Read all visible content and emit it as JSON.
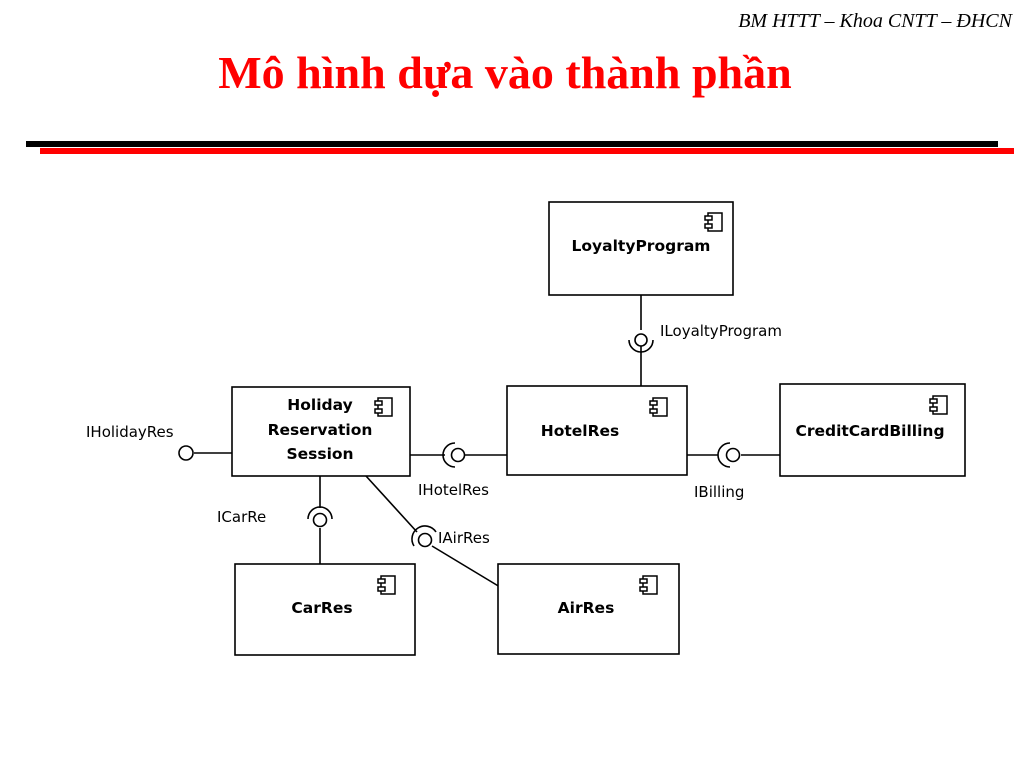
{
  "header": {
    "org": "BM HTTT – Khoa CNTT – ĐHCN"
  },
  "slide": {
    "title": "Mô hình dựa vào thành phần"
  },
  "colors": {
    "title": "#ff0000",
    "rule_top": "#000000",
    "rule_bottom": "#ff0000"
  },
  "diagram": {
    "components": {
      "loyalty_program": "LoyaltyProgram",
      "holiday_line1": "Holiday",
      "holiday_line2": "Reservation",
      "holiday_line3": "Session",
      "hotel_res": "HotelRes",
      "credit_card_billing": "CreditCardBilling",
      "car_res": "CarRes",
      "air_res": "AirRes"
    },
    "interfaces": {
      "iloyalty_program": "ILoyaltyProgram",
      "iholiday_res": "IHolidayRes",
      "ihotel_res": "IHotelRes",
      "ibilling": "IBilling",
      "icar_re": "ICarRe",
      "iair_res": "IAirRes"
    },
    "component_icon": "component-icon",
    "interface_ball_icon": "lollipop-interface-icon",
    "interface_socket_icon": "required-interface-socket-icon"
  }
}
